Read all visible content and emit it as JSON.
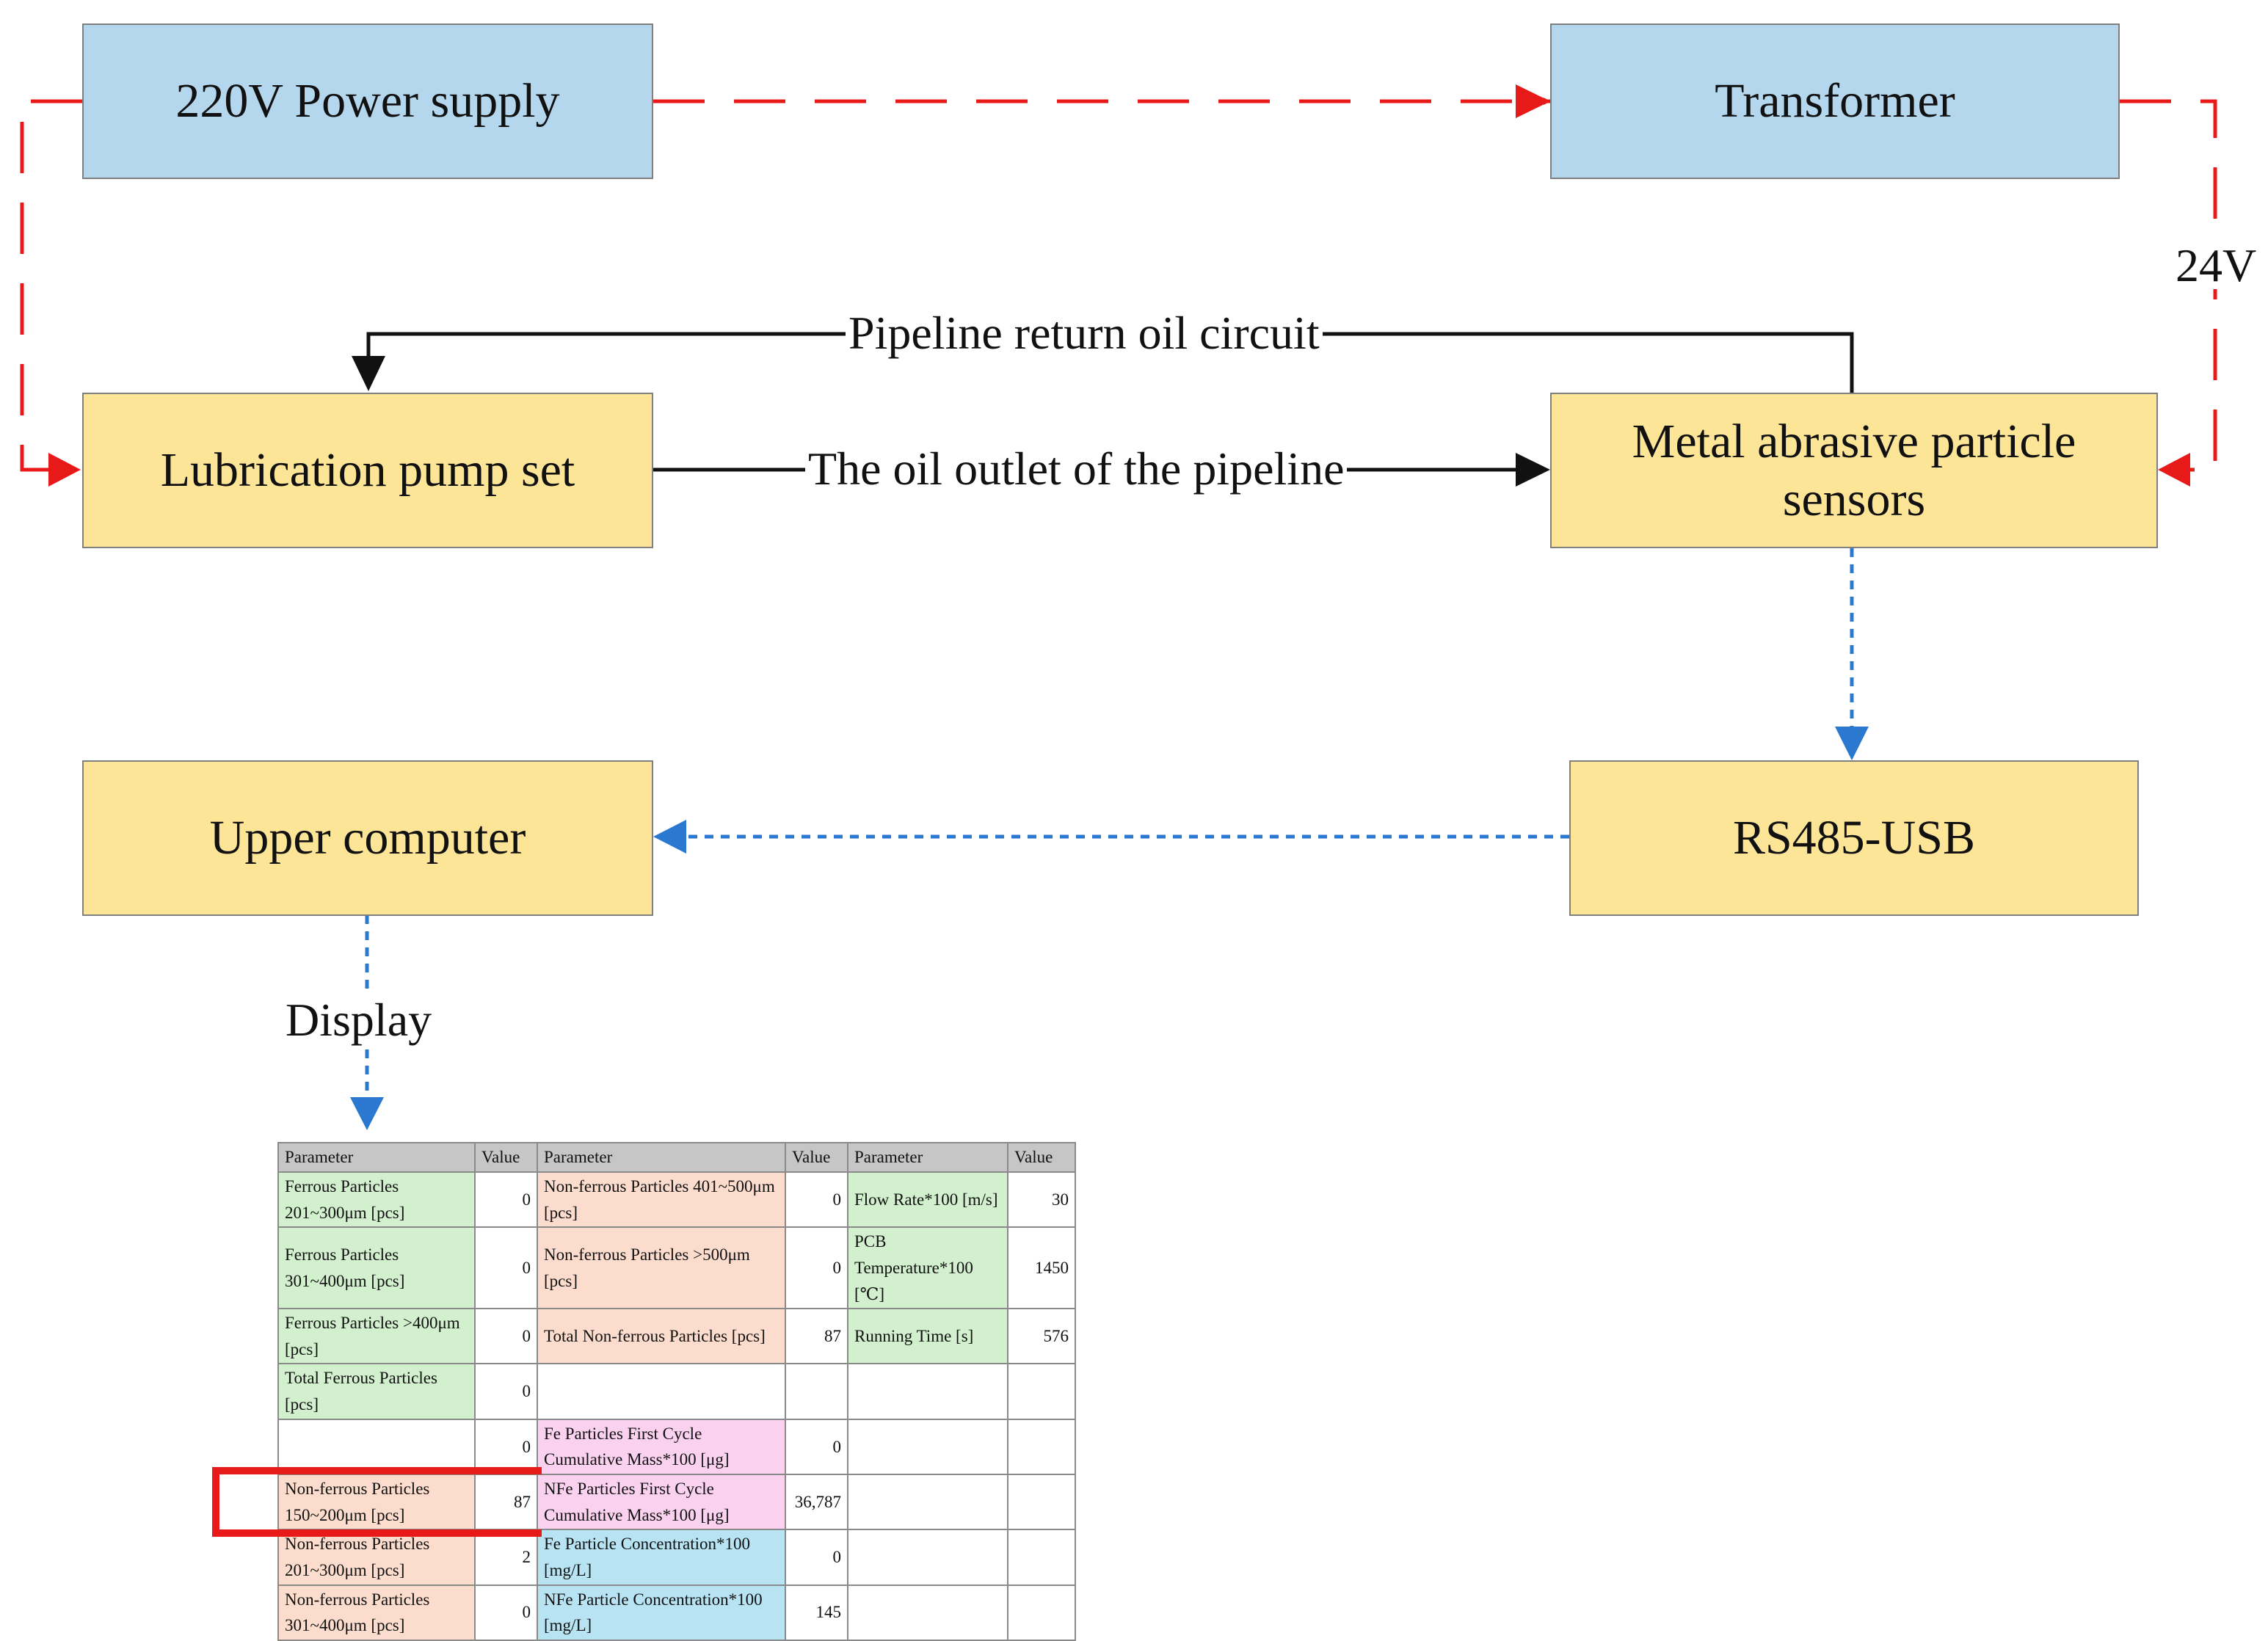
{
  "nodes": {
    "power_supply": "220V Power supply",
    "transformer": "Transformer",
    "pump": "Lubrication pump set",
    "sensors": "Metal abrasive particle sensors",
    "converter": "RS485-USB",
    "computer": "Upper computer"
  },
  "edges": {
    "voltage": "24V",
    "return_circuit": "Pipeline return oil circuit",
    "outlet": "The oil outlet of the pipeline",
    "display": "Display"
  },
  "colors": {
    "power_line": "#e81919",
    "signal_line": "#2b78d0",
    "oil_line": "#111111",
    "blue_box": "#b4d7ee",
    "yellow_box": "#fde598"
  },
  "table": {
    "headers": [
      "Parameter",
      "Value",
      "Parameter",
      "Value",
      "Parameter",
      "Value"
    ],
    "rows": [
      [
        {
          "text": "Ferrous Particles 201~300μm [pcs]",
          "tone": "g"
        },
        {
          "text": "0"
        },
        {
          "text": "Non-ferrous Particles 401~500μm [pcs]",
          "tone": "o"
        },
        {
          "text": "0"
        },
        {
          "text": "Flow Rate*100 [m/s]",
          "tone": "g"
        },
        {
          "text": "30"
        }
      ],
      [
        {
          "text": "Ferrous Particles 301~400μm [pcs]",
          "tone": "g"
        },
        {
          "text": "0"
        },
        {
          "text": "Non-ferrous Particles >500μm [pcs]",
          "tone": "o"
        },
        {
          "text": "0"
        },
        {
          "text": "PCB Temperature*100 [℃]",
          "tone": "g"
        },
        {
          "text": "1450"
        }
      ],
      [
        {
          "text": "Ferrous Particles >400μm [pcs]",
          "tone": "g"
        },
        {
          "text": "0"
        },
        {
          "text": "Total Non-ferrous Particles [pcs]",
          "tone": "o"
        },
        {
          "text": "87"
        },
        {
          "text": "Running Time [s]",
          "tone": "g"
        },
        {
          "text": "576"
        }
      ],
      [
        {
          "text": "Total Ferrous Particles [pcs]",
          "tone": "g"
        },
        {
          "text": "0"
        },
        {
          "text": ""
        },
        {
          "text": ""
        },
        {
          "text": ""
        },
        {
          "text": ""
        }
      ],
      [
        {
          "text": ""
        },
        {
          "text": "0"
        },
        {
          "text": "Fe Particles First Cycle Cumulative Mass*100 [μg]",
          "tone": "p"
        },
        {
          "text": "0"
        },
        {
          "text": ""
        },
        {
          "text": ""
        }
      ],
      [
        {
          "text": "Non-ferrous Particles 150~200μm [pcs]",
          "tone": "o"
        },
        {
          "text": "87"
        },
        {
          "text": "NFe Particles First Cycle Cumulative Mass*100 [μg]",
          "tone": "p"
        },
        {
          "text": "36,787"
        },
        {
          "text": ""
        },
        {
          "text": ""
        }
      ],
      [
        {
          "text": "Non-ferrous Particles 201~300μm [pcs]",
          "tone": "o"
        },
        {
          "text": "2"
        },
        {
          "text": "Fe Particle Concentration*100 [mg/L]",
          "tone": "c"
        },
        {
          "text": "0"
        },
        {
          "text": ""
        },
        {
          "text": ""
        }
      ],
      [
        {
          "text": "Non-ferrous Particles 301~400μm [pcs]",
          "tone": "o"
        },
        {
          "text": "0"
        },
        {
          "text": "NFe Particle Concentration*100 [mg/L]",
          "tone": "c"
        },
        {
          "text": "145"
        },
        {
          "text": ""
        },
        {
          "text": ""
        }
      ]
    ]
  }
}
